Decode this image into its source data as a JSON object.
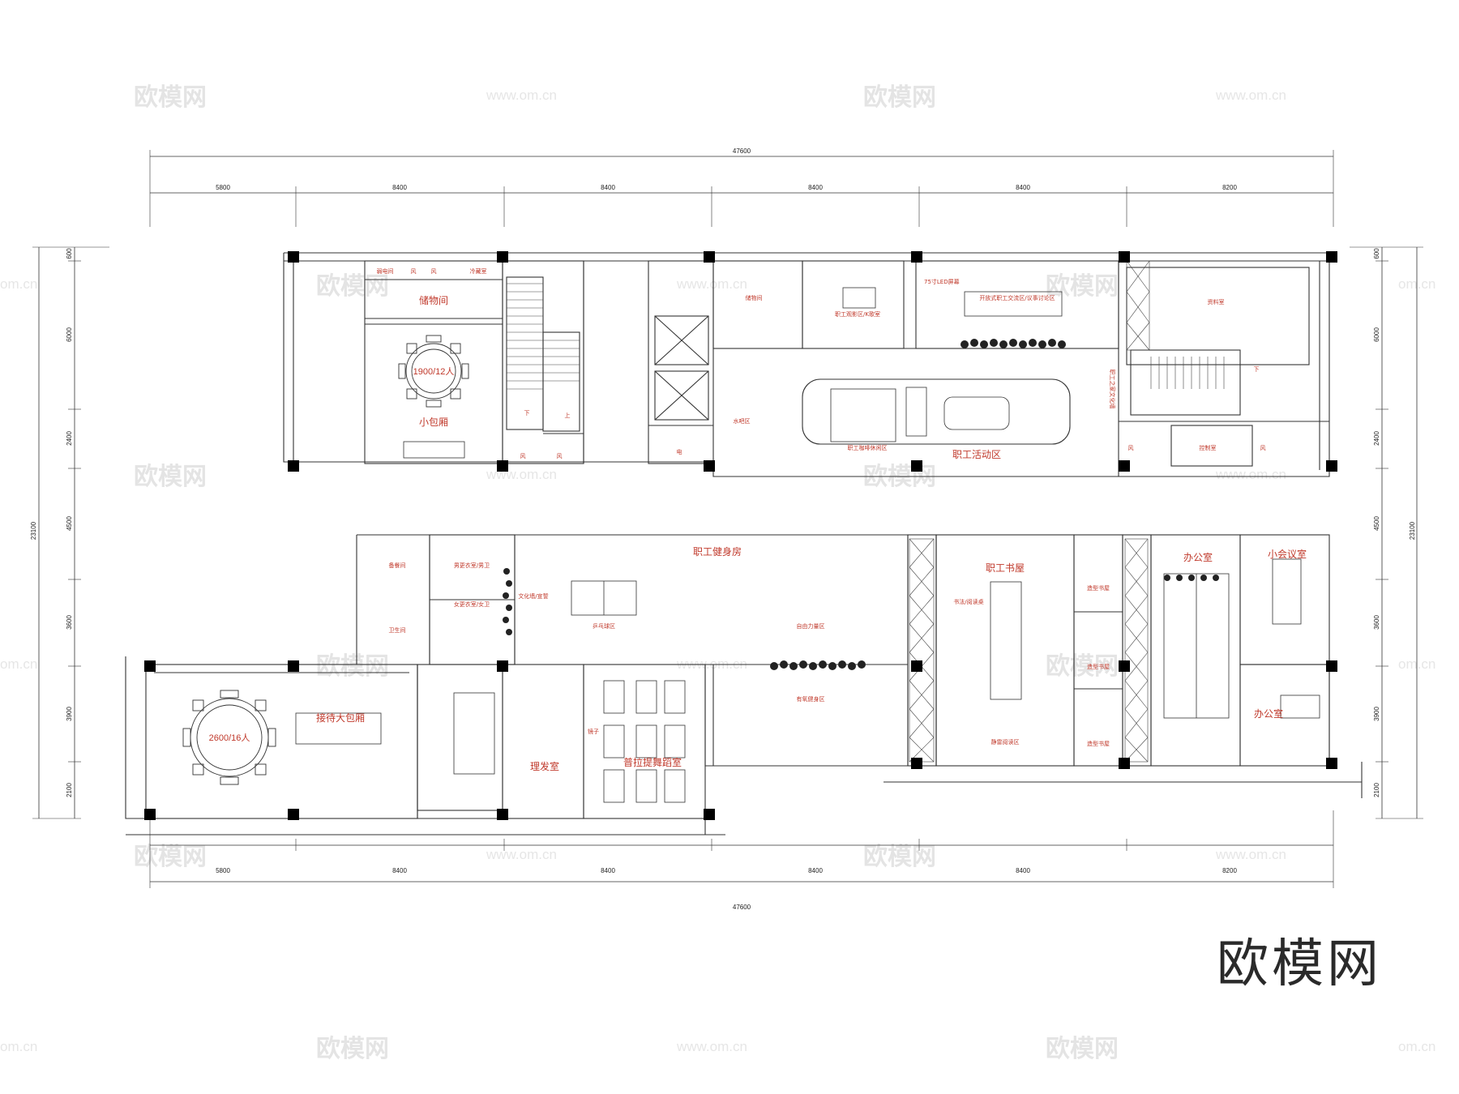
{
  "dimensions": {
    "total_width": "47600",
    "top_segments": [
      "5800",
      "8400",
      "8400",
      "8400",
      "8400",
      "8200"
    ],
    "bottom_segments": [
      "5800",
      "8400",
      "8400",
      "8400",
      "8400",
      "8200"
    ],
    "total_height": "23100",
    "side_segments": [
      "600",
      "6000",
      "2400",
      "4500",
      "3600",
      "3900",
      "2100"
    ]
  },
  "rooms": {
    "storage_left": "储物间",
    "small_private_room": "小包厢",
    "small_table_capacity": "1900/12人",
    "reception_room": "接待大包厢",
    "large_table_capacity": "2600/16人",
    "storage_center": "储物间",
    "video_room": "职工观影区/K歌室",
    "led_screen": "75寸LED屏幕",
    "open_exchange": "开放式职工交流区/议事讨论区",
    "archive": "资料室",
    "activity_zone": "职工活动区",
    "coffee_lounge": "职工咖啡休闲区",
    "water_bar": "水吧区",
    "culture_wall": "职工之家文化墙",
    "gym": "职工健身房",
    "library": "职工书屋",
    "office_1": "办公室",
    "small_meeting": "小会议室",
    "office_2": "办公室",
    "barber": "理发室",
    "pilates": "普拉提舞蹈室",
    "table_tennis": "乒乓球区",
    "strength_zone": "自由力量区",
    "aerobic_zone": "有氧健身区",
    "mens_changing": "男更衣室/男卫",
    "womens_changing": "女更衣室/女卫",
    "culture_display": "文化墙/宣誓",
    "standby_room": "备餐间",
    "washroom": "卫生间",
    "reading_area": "书法/阅读桌",
    "quiet_reading": "静雷阅读区",
    "bookshelf_1": "造型书屋",
    "bookshelf_2": "造型书屋",
    "bookshelf_3": "造型书屋",
    "mirror": "镜子",
    "fan_room": "风",
    "electric": "电",
    "weak_current": "弱电间",
    "cold_storage": "冷藏室",
    "stair_down": "下",
    "stair_up": "上",
    "control_room": "控制室"
  },
  "watermark": {
    "text": "欧模网",
    "url": "www.om.cn",
    "url_short": "om.cn"
  },
  "logo": "欧模网",
  "colors": {
    "line": "#333333",
    "column": "#000000",
    "label": "#c0392b",
    "plant": "#222222"
  }
}
